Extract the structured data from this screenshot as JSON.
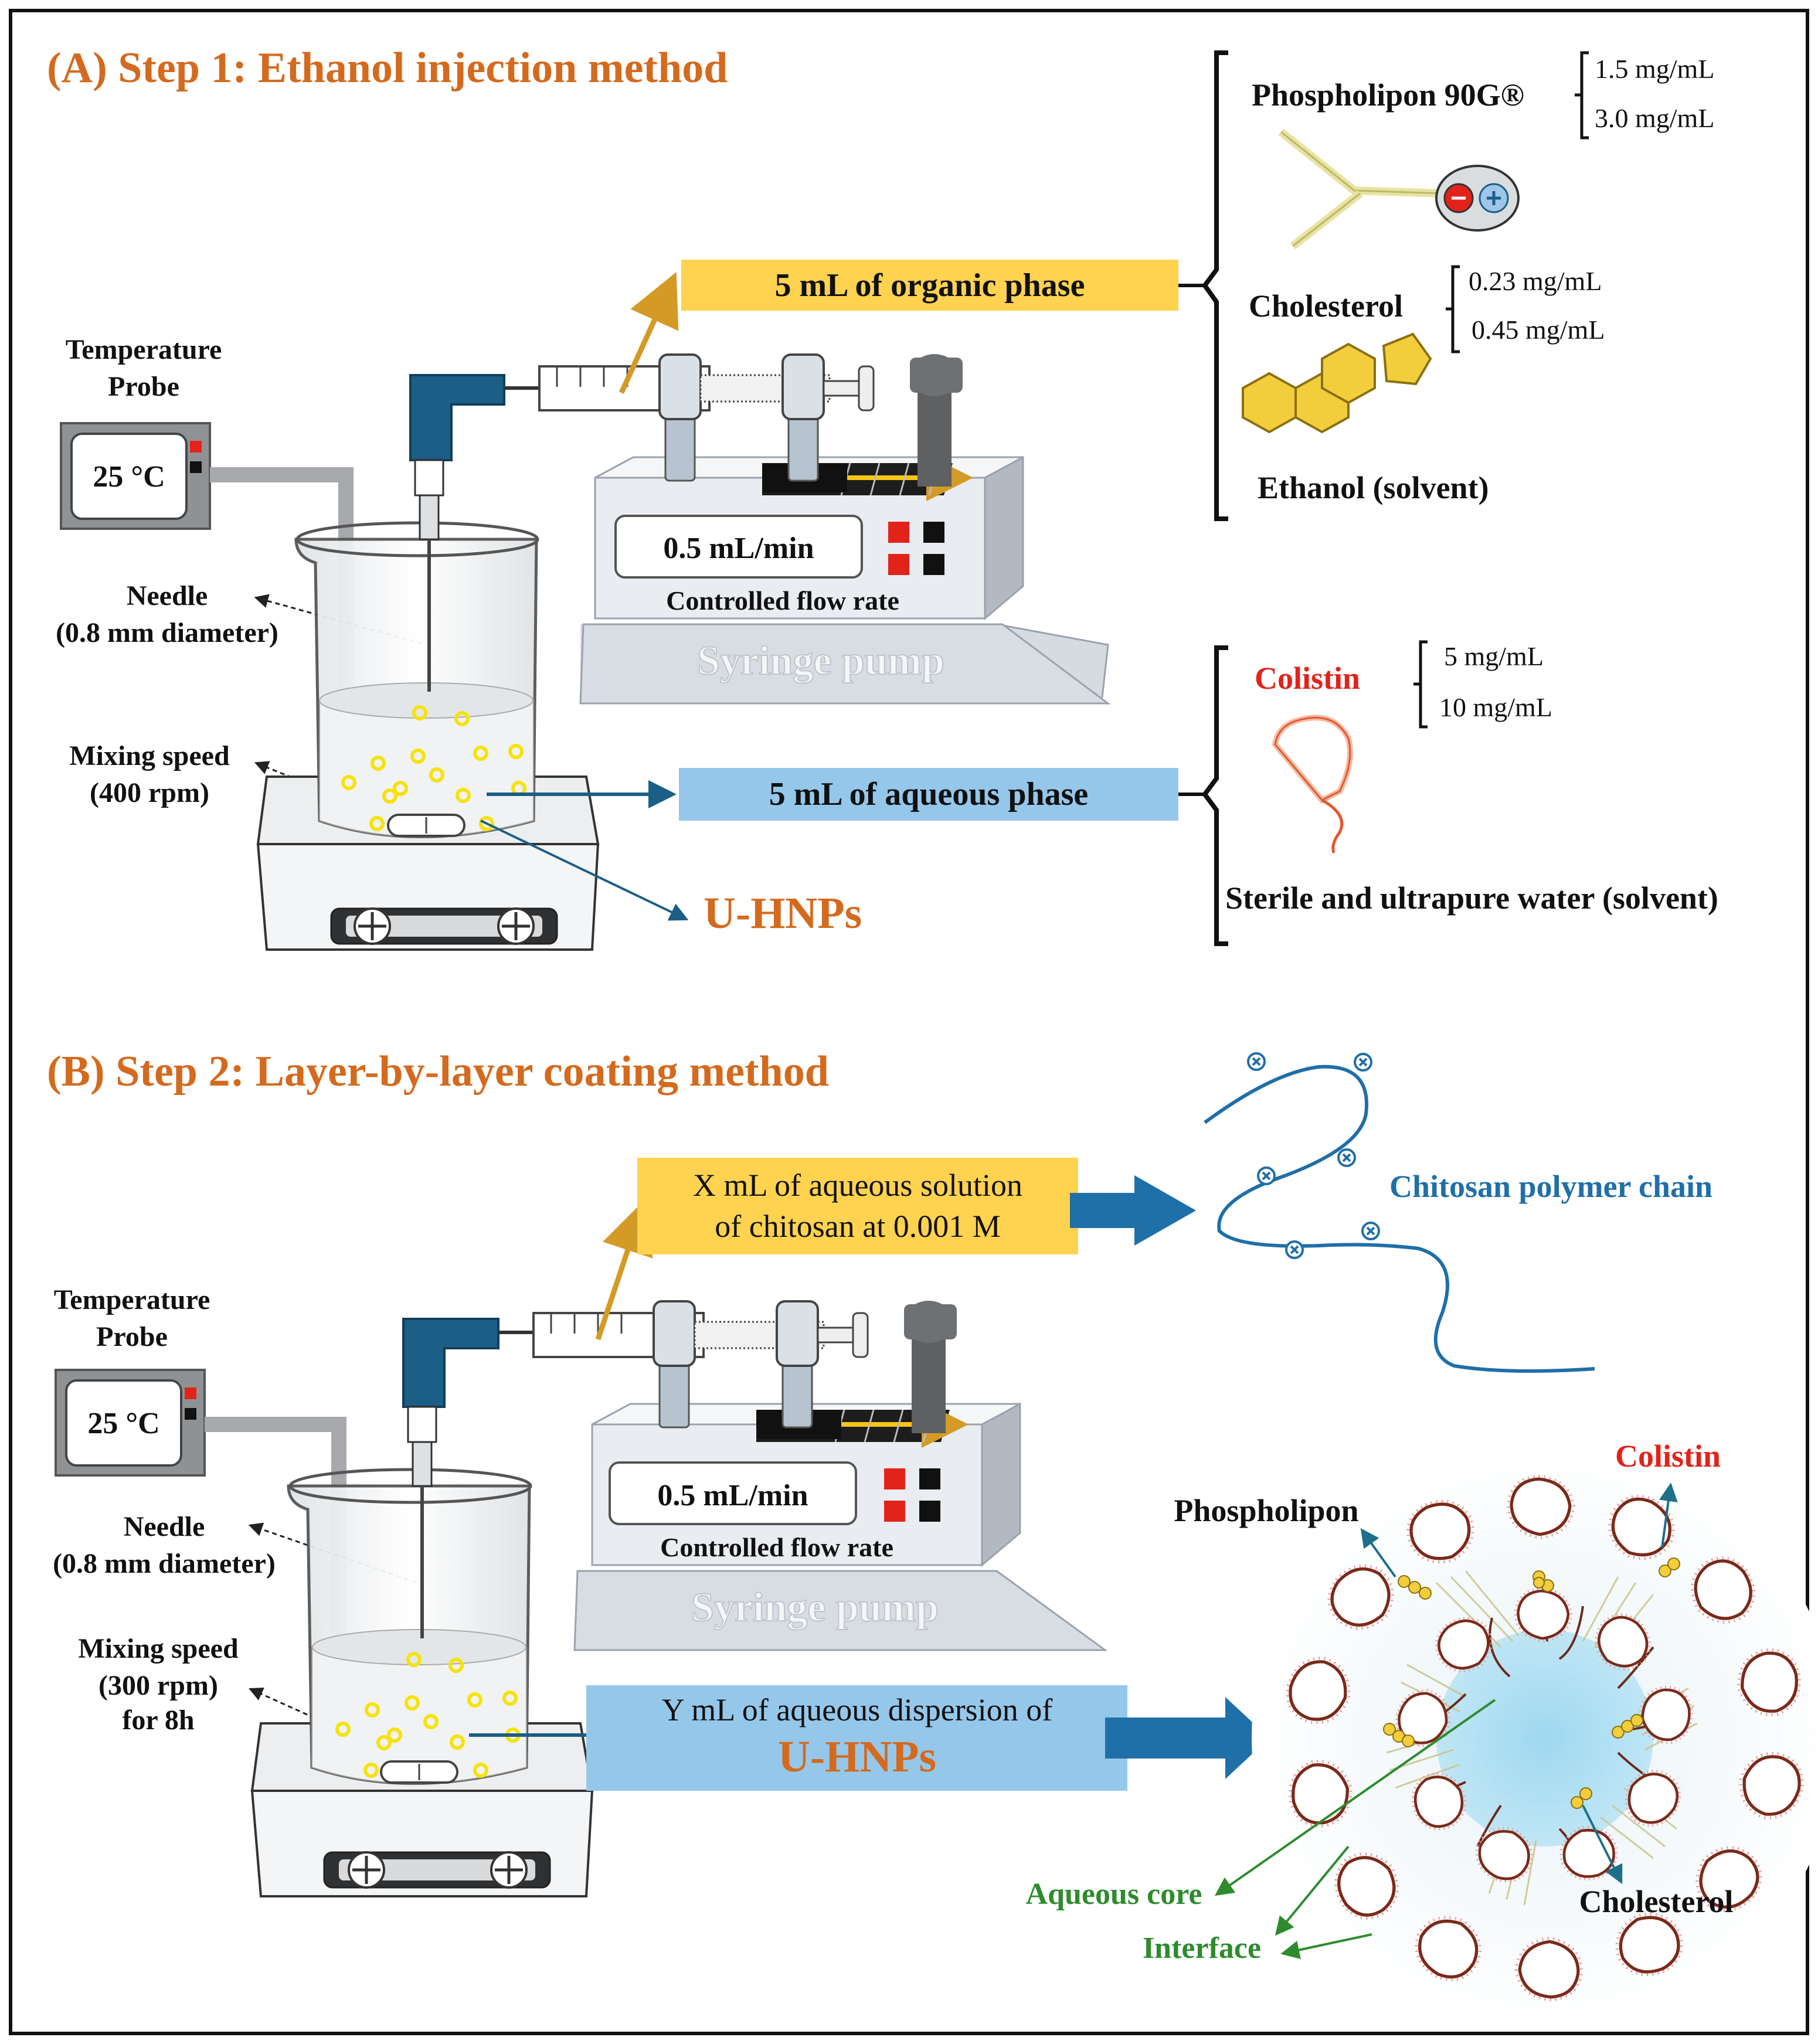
{
  "colors": {
    "orange": "#d46a1e",
    "yellow_box": "#ffd24f",
    "blue_box": "#95c7ea",
    "blue_arrow": "#1f6fa8",
    "dark_blue": "#1b5e86",
    "red": "#e2231a",
    "green": "#2e8b2e",
    "chitosan_blue": "#1f6fa8",
    "pump_grey": "#d6dbe2",
    "device_grey": "#8f9295"
  },
  "step1": {
    "title": "(A) Step 1: Ethanol injection method",
    "probe_label_1": "Temperature",
    "probe_label_2": "Probe",
    "probe_display": "25 °C",
    "needle_label_1": "Needle",
    "needle_label_2": "(0.8 mm diameter)",
    "mixing_label_1": "Mixing speed",
    "mixing_label_2": "(400 rpm)",
    "pump_display": "0.5 mL/min",
    "pump_caption": "Controlled flow rate",
    "pump_name": "Syringe pump",
    "organic_box": "5 mL of organic phase",
    "aqueous_box": "5 mL of aqueous phase",
    "product": "U-HNPs",
    "phospholipon_label": "Phospholipon 90G®",
    "phospholipon_conc_1": "1.5 mg/mL",
    "phospholipon_conc_2": "3.0 mg/mL",
    "cholesterol_label": "Cholesterol",
    "cholesterol_conc_1": "0.23 mg/mL",
    "cholesterol_conc_2": "0.45 mg/mL",
    "ethanol_label": "Ethanol (solvent)",
    "colistin_label": "Colistin",
    "colistin_conc_1": "5 mg/mL",
    "colistin_conc_2": "10 mg/mL",
    "water_label": "Sterile and ultrapure water (solvent)"
  },
  "step2": {
    "title": "(B) Step 2: Layer-by-layer coating method",
    "probe_label_1": "Temperature",
    "probe_label_2": "Probe",
    "probe_display": "25 °C",
    "needle_label_1": "Needle",
    "needle_label_2": "(0.8 mm diameter)",
    "mixing_label_1": "Mixing speed",
    "mixing_label_2": "(300 rpm)",
    "mixing_label_3": "for 8h",
    "pump_display": "0.5 mL/min",
    "pump_caption": "Controlled flow rate",
    "pump_name": "Syringe pump",
    "chitosan_box_1": "X mL of aqueous solution",
    "chitosan_box_2": "of chitosan at 0.001 M",
    "chitosan_chain_label": "Chitosan polymer chain",
    "dispersion_box_1": "Y mL of aqueous dispersion of",
    "dispersion_box_2": "U-HNPs",
    "np_colistin": "Colistin",
    "np_phospholipon": "Phospholipon",
    "np_cholesterol": "Cholesterol",
    "np_aqueous_core": "Aqueous core",
    "np_interface": "Interface"
  }
}
